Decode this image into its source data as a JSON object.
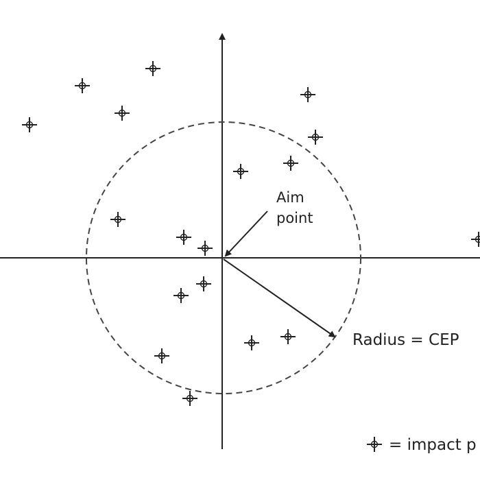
{
  "labels": {
    "aim_line1": "Aim",
    "aim_line2": "point",
    "radius": "Radius = CEP",
    "legend": "= impact p"
  },
  "colors": {
    "ink": "#222222",
    "background": "#ffffff"
  },
  "icons": {
    "impact_marker": "crosshair-circle-icon"
  }
}
